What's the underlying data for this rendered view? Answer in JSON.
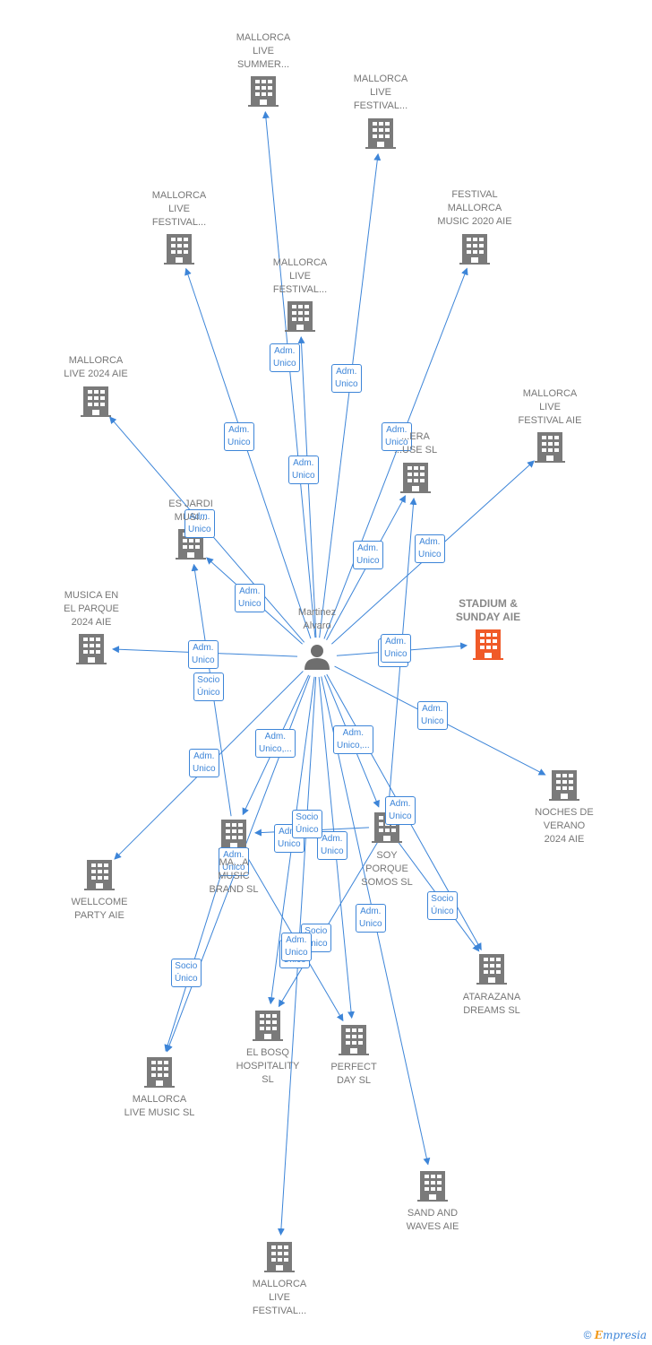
{
  "center": {
    "name": "Martinez\nAlvaro"
  },
  "nodes": [
    {
      "id": "n1",
      "label": "MALLORCA\nLIVE\nSUMMER...",
      "highlight": false
    },
    {
      "id": "n2",
      "label": "MALLORCA\nLIVE\nFESTIVAL...",
      "highlight": false
    },
    {
      "id": "n3",
      "label": "MALLORCA\nLIVE\nFESTIVAL...",
      "highlight": false
    },
    {
      "id": "n4",
      "label": "FESTIVAL\nMALLORCA\nMUSIC 2020 AIE",
      "highlight": false
    },
    {
      "id": "n5",
      "label": "MALLORCA\nLIVE\nFESTIVAL...",
      "highlight": false
    },
    {
      "id": "n6",
      "label": "MALLORCA\nLIVE 2024 AIE",
      "highlight": false
    },
    {
      "id": "n7",
      "label": "MALLORCA\nLIVE\nFESTIVAL AIE",
      "highlight": false
    },
    {
      "id": "n8",
      "label": "...ERA\n...USE  SL",
      "highlight": false
    },
    {
      "id": "n9",
      "label": "ES JARDI\nMUSI...",
      "highlight": false
    },
    {
      "id": "n10",
      "label": "MUSICA EN\nEL PARQUE\n2024 AIE",
      "highlight": false
    },
    {
      "id": "n11",
      "label": "STADIUM &\nSUNDAY AIE",
      "highlight": true
    },
    {
      "id": "n12",
      "label": "NOCHES DE\nVERANO\n2024 AIE",
      "highlight": false
    },
    {
      "id": "n13",
      "label": "WELLCOME\nPARTY AIE",
      "highlight": false
    },
    {
      "id": "n14",
      "label": "MA...A\nMUSIC\nBRAND  SL",
      "highlight": false
    },
    {
      "id": "n15",
      "label": "SOY\nPORQUE\nSOMOS  SL",
      "highlight": false
    },
    {
      "id": "n16",
      "label": "ATARAZANA\nDREAMS  SL",
      "highlight": false
    },
    {
      "id": "n17",
      "label": "EL BOSQ\nHOSPITALITY\nSL",
      "highlight": false
    },
    {
      "id": "n18",
      "label": "PERFECT\nDAY  SL",
      "highlight": false
    },
    {
      "id": "n19",
      "label": "MALLORCA\nLIVE MUSIC  SL",
      "highlight": false
    },
    {
      "id": "n20",
      "label": "SAND AND\nWAVES AIE",
      "highlight": false
    },
    {
      "id": "n21",
      "label": "MALLORCA\nLIVE\nFESTIVAL...",
      "highlight": false
    }
  ],
  "edges": [
    {
      "from": "center",
      "to": "n1",
      "label": "Adm.\nUnico"
    },
    {
      "from": "center",
      "to": "n2",
      "label": "Adm.\nUnico"
    },
    {
      "from": "center",
      "to": "n3",
      "label": "Adm.\nUnico"
    },
    {
      "from": "center",
      "to": "n4",
      "label": "Adm.\nUnico"
    },
    {
      "from": "center",
      "to": "n5",
      "label": "Adm.\nUnico"
    },
    {
      "from": "center",
      "to": "n6",
      "label": "Adm.\nUnico"
    },
    {
      "from": "center",
      "to": "n7",
      "label": "Adm.\nUnico"
    },
    {
      "from": "center",
      "to": "n8",
      "label": "Adm.\nUnico"
    },
    {
      "from": "center",
      "to": "n9",
      "label": "Adm.\nUnico"
    },
    {
      "from": "center",
      "to": "n10",
      "label": "Adm.\nUnico"
    },
    {
      "from": "center",
      "to": "n11",
      "label": "Adm.\nUnico"
    },
    {
      "from": "center",
      "to": "n12",
      "label": "Adm.\nUnico"
    },
    {
      "from": "center",
      "to": "n13",
      "label": "Adm.\nUnico"
    },
    {
      "from": "center",
      "to": "n14",
      "label": "Adm.\nUnico,..."
    },
    {
      "from": "center",
      "to": "n15",
      "label": "Adm.\nUnico,..."
    },
    {
      "from": "center",
      "to": "n16",
      "label": "Adm.\nUnico"
    },
    {
      "from": "center",
      "to": "n17",
      "label": "Adm.\nUnico"
    },
    {
      "from": "center",
      "to": "n18",
      "label": "Adm.\nUnico"
    },
    {
      "from": "center",
      "to": "n20",
      "label": "Adm.\nUnico"
    },
    {
      "from": "center",
      "to": "n21",
      "label": "Adm.\nUnico"
    },
    {
      "from": "n15",
      "to": "n8",
      "label": "Adm.\nUnico"
    },
    {
      "from": "n14",
      "to": "n9",
      "label": "Socio\nÚnico"
    },
    {
      "from": "n14",
      "to": "n19",
      "label": "Adm.\nUnico"
    },
    {
      "from": "n15",
      "to": "n14",
      "label": "Socio\nÚnico"
    },
    {
      "from": "n15",
      "to": "n16",
      "label": "Socio\nÚnico"
    },
    {
      "from": "n15",
      "to": "n17",
      "label": "Socio\nÚnico"
    },
    {
      "from": "n14",
      "to": "n18",
      "label": "Adm.\nUnico"
    },
    {
      "from": "center",
      "to": "n19",
      "label": "Socio\nÚnico"
    }
  ],
  "colors": {
    "edge": "#3d85d8",
    "node": "#7a7a7a",
    "highlight": "#f05a28",
    "text": "#777777"
  },
  "footer": {
    "copyright": "©",
    "brand": "mpresia",
    "brand_initial": "E"
  }
}
